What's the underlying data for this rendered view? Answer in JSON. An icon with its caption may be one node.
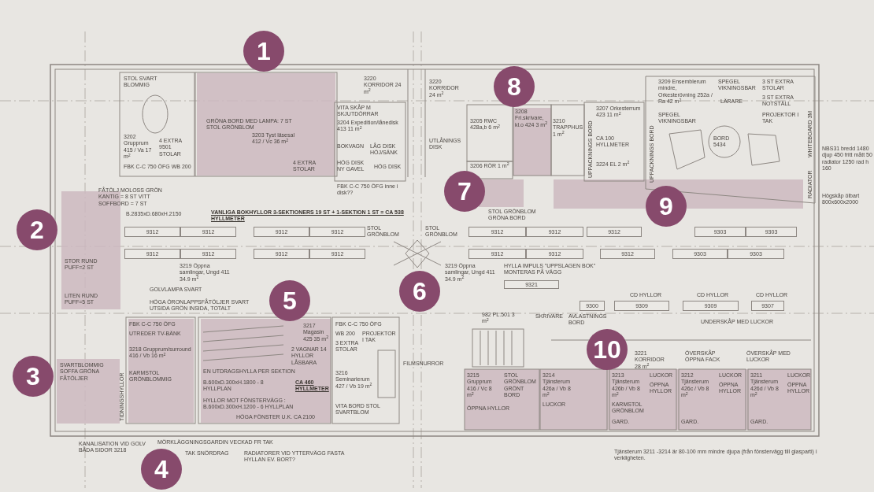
{
  "diagram": {
    "labels": [
      "1",
      "8",
      "STOL SVART BLOMMIG",
      "3202 Grupprum 415 / Va 17 m$^{2}$",
      "4 EXTRA 9501 STOLAR",
      "FBK C-C 750 ÖFG WB 200",
      "GRÖNA BORD MED LAMPA: 7 ST STOL GRÖNBLOM",
      "3203 Tyst läsesal 412 / Vc 36 m$^{2}$",
      "4 EXTRA STOLAR",
      "3220 KORRIDOR 24 m$^{2}$",
      "VITA SKÅP M SKJUTDÖRRAR",
      "3204 Expedition/lånedisk 413 11 m$^{2}$",
      "BOKVAGN",
      "LÅG DISK HÖJ/SÄNK",
      "HÖG DISK NY GAVEL",
      "HÖG DISK",
      "FBK C-C 750 ÖFG inne i disk??",
      "3220 KORRIDOR 24 m$^{2}$",
      "UTLÅNINGS DISK",
      "3205 RWC 428a,b 6 m$^{2}$",
      "3206 RÖR 1 m$^{2}$",
      "3208 Fri.skrivare, kl.o 424 3 m$^{2}$",
      "3210 TRAPPHUS 1 m$^{2}$",
      "7",
      "STOL GRÖNBLOM GRÖNA BORD",
      "3207 Orkesterrum 423 11 m$^{2}$",
      "CA 100 HYLLMETER",
      "UPPACKNINGS BORD",
      "3224 EL 2 m$^{2}$",
      "UPPACKNINGS BORD",
      "3209 Ensemblerum mindre, Orkesterövning 252a / Ra 42 m$^{2}$",
      "SPEGEL VIKNINGSBAR",
      "SPEGEL VIKNINGSBAR",
      "3 ST EXTRA STOLAR",
      "3 ST EXTRA NOTSTÄLL",
      "LÄRARE",
      "PROJEKTOR I TAK",
      "BORD 5434",
      "WHITEBOARD 3M",
      "RADIATOR",
      "NBS31 bredd 1480 djup 450 fritt mått 50 radiator 1250 rad h 160",
      "Högskåp ölbart 800x600x2000",
      "9",
      "FÅTÖLJ MOLOSS GRÖN KANTIG = 8 ST VITT SOFFBORD = 7 ST",
      "B.2835xD.680xH.2150",
      "VANLIGA BOKHYLLOR 3-SEKTIONERS 19 ST + 1-SEKTION 1 ST = CA 538 HYLLMETER",
      "STOL GRÖNBLOM",
      "STOL GRÖNBLOM",
      "2",
      "3219 Öppna samlingar, Ungd 411 34.9 m$^{2}$",
      "STOR RUND PUFF=2 ST",
      "LITEN RUND PUFF=5 ST",
      "HÖGA ÖRONLAPPSFÅTÖLJER SVART UTSIDA GRÖN INSIDA, TOTALT",
      "GOLVLAMPA SVART",
      "5",
      "6",
      "3219 Öppna samlingar, Ungd 411 34.9 m$^{2}$",
      "HYLLA IMPULS \"UPPSLAGEN BOK\" MONTERAS PÅ VÄGG",
      "FBK C-C 750 ÖFG",
      "UTREDER TV-BÄNK",
      "3218 Grupprum/surround 416 / Vb 16 m$^{2}$",
      "SVARTBLOMMIG SOFFA GRÖNA FÅTÖLJER",
      "KARMSTOL GRÖNBLOMMIG",
      "TIDNINGSHYLLOR",
      "3",
      "3217 Magasin 425 35 m$^{2}$",
      "2 VAGNAR 14 HYLLOR LÅSBARA",
      "EN UTDRAGSHYLLA PER SEKTION",
      "B.600xD.300xH.1800 - 8 HYLLPLAN",
      "CA 460 HYLLMETER",
      "HYLLOR MOT FÖNSTERVÄGG : B.600xD.300xH.1200 - 6 HYLLPLAN",
      "FBK C-C 750 ÖFG",
      "WB 200",
      "PROJEKTOR I TAK",
      "3 EXTRA STOLAR",
      "3216 Seminarierum 427 / Vb 19 m$^{2}$",
      "VITA BORD STOL SVARTBLOM",
      "FILMSNURROR",
      "982 PL.501 3 m$^{2}$",
      "SKRIVARE",
      "AVLASTNINGS BORD",
      "CD HYLLOR",
      "CD HYLLOR",
      "CD HYLLOR",
      "UNDERSKÅP MED LUCKOR",
      "10",
      "3221 KORRIDOR 28 m$^{2}$",
      "ÖVERSKÅP ÖPPNA FACK",
      "ÖVERSKÅP MED LUCKOR",
      "3215 Grupprum 416 / Vc 8 m$^{2}$",
      "STOL GRÖNBLOM GRÖNT BORD",
      "ÖPPNA HYLLOR",
      "3214 Tjänsterum 426a / Vb 8 m$^{2}$",
      "LUCKOR",
      "3213 Tjänsterum 426b / Vb 8 m$^{2}$",
      "LUCKOR",
      "KARMSTOL GRÖNBLOM",
      "ÖPPNA HYLLOR",
      "GARD.",
      "3212 Tjänsterum 426c / Vb 8 m$^{2}$",
      "LUCKOR",
      "GARD.",
      "ÖPPNA HYLLOR",
      "3211 Tjänsterum 426d / Vb 8 m$^{2}$",
      "LUCKOR",
      "GARD.",
      "ÖPPNA HYLLOR",
      "KANALISATION VID GOLV BÅDA SIDOR 3218",
      "MÖRKLÄGGNINGSGARDIN VECKAD FR TAK",
      "TAK SNÖRDRAG",
      "RADIATORER VID YTTERVÄGG FASTA HYLLAN EV. BORT?",
      "HÖGA FÖNSTER U.K. CA 2100",
      "4",
      "Tjänsterum 3211 -3214 är 80-100 mm mindre djupa (från fönstervägg till glasparti) i verkligheten.",
      "9312",
      "9312",
      "9312",
      "9312",
      "9312",
      "9312",
      "9312",
      "9303",
      "9303",
      "9312",
      "9312",
      "9312",
      "9312",
      "9312",
      "9312",
      "9312",
      "9303",
      "9303",
      "9300",
      "9309",
      "9309",
      "9307",
      "9321"
    ]
  }
}
